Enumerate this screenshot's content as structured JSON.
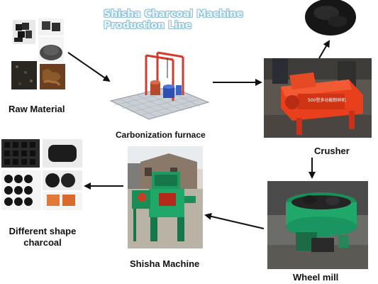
{
  "title": "Shisha Charcoal Machine Production Line",
  "stages": {
    "raw_material": "Raw Material",
    "carbonization": "Carbonization furnace",
    "crusher": "Crusher",
    "wheel_mill": "Wheel mill",
    "shisha_machine": "Shisha Machine",
    "different_shape_line1": "Different shape",
    "different_shape_line2": "charcoal"
  },
  "machine_plates": {
    "crusher_plate": "500型多功能粉碎机"
  },
  "colors": {
    "arrow": "#111111",
    "machine_red": "#e8401c",
    "machine_green": "#1fa86a",
    "title_fill": "#eaf6fb",
    "title_outline": "#8fc0d6"
  }
}
